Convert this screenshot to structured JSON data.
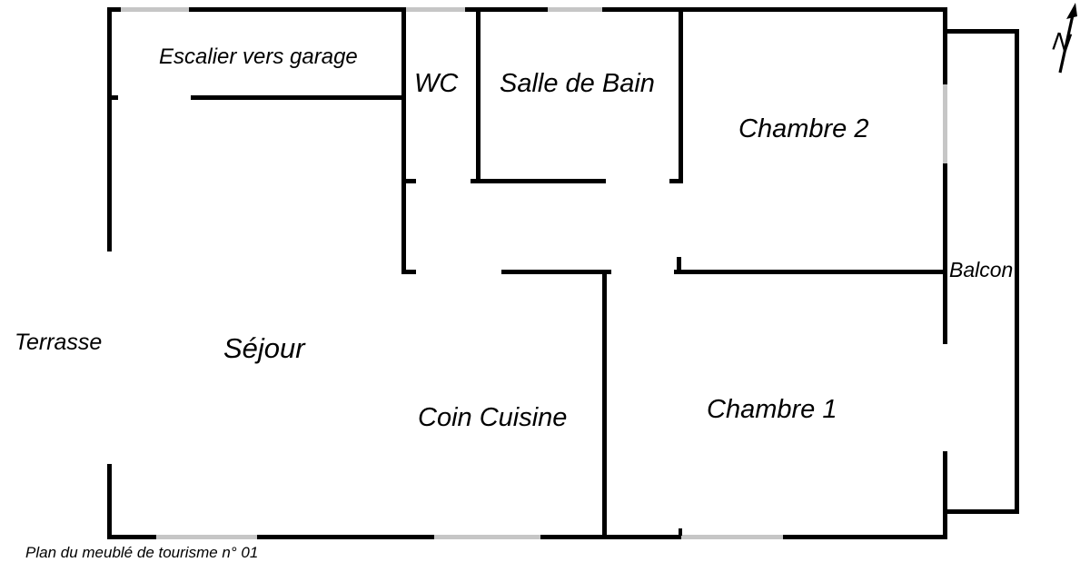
{
  "caption": "Plan du meublé de tourisme n° 01",
  "north": {
    "label": "N"
  },
  "colors": {
    "wall": "#000000",
    "window": "#c6c6c6",
    "background": "#ffffff",
    "text": "#000000"
  },
  "rooms": [
    {
      "id": "escalier-vers-garage",
      "label": "Escalier vers garage"
    },
    {
      "id": "wc",
      "label": "WC"
    },
    {
      "id": "salle-de-bain",
      "label": "Salle de Bain"
    },
    {
      "id": "chambre-2",
      "label": "Chambre 2"
    },
    {
      "id": "balcon",
      "label": "Balcon"
    },
    {
      "id": "terrasse",
      "label": "Terrasse"
    },
    {
      "id": "sejour",
      "label": "Séjour"
    },
    {
      "id": "coin-cuisine",
      "label": "Coin Cuisine"
    },
    {
      "id": "chambre-1",
      "label": "Chambre 1"
    }
  ]
}
